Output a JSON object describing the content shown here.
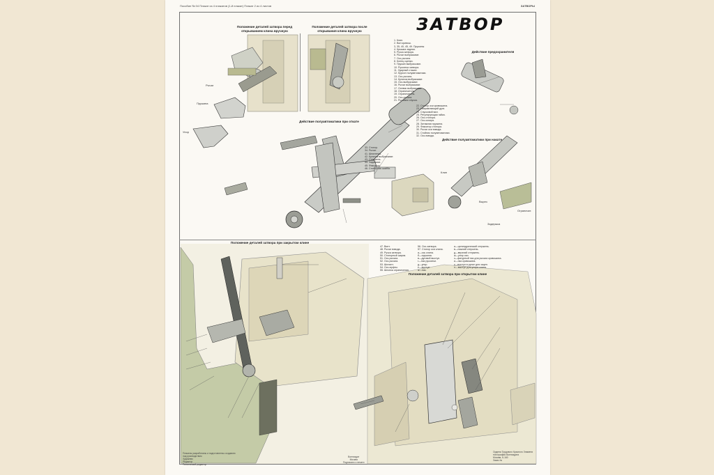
{
  "poster": {
    "header_left": "Пособие № 04   Плакат из 4 плакатов (1-й плакат)   Плакат 2 из 4 листов",
    "header_right": "ЗАТВОРЫ",
    "title": "ЗАТВОР"
  },
  "captions": {
    "before_opening": "Положение деталей затвора перед открыванием клина вручную",
    "after_opening": "Положение деталей затвора после открывания клина вручную",
    "safety_action": "Действие предохранителя",
    "semiauto_recoil": "Действие полуавтоматики при откате",
    "semiauto_return": "Действие полуавтоматики при накате",
    "closed_wedge": "Положение деталей затвора при закрытом клине",
    "open_wedge": "Положение деталей затвора при открытом клине"
  },
  "labels": {
    "lever": "Рычаг",
    "spring": "Пружина",
    "knob": "Упор",
    "wedge": "Клин",
    "cutout": "Вырез",
    "stop": "Ограничит.",
    "catch": "Задержка"
  },
  "legend_top": [
    "1. Клин.",
    "2. Вал кривош.",
    "3, 35, 40, 45, 49. Пружины",
    "4. Крышка задняя.",
    "5. Ручка затвора.",
    "6. Рычаг выбрасыват.",
    "7. Ось рычага.",
    "8. Конец сцепки.",
    "9. Пружин выбрасыват.",
    "10. Рукоятка затвора.",
    "11. Ударный стакан.",
    "12. Курсон полуавтоматики.",
    "13. Ось рычага.",
    "14. Кулачок выбрасыват.",
    "15. Ось выбрасыват.",
    "16. Рычаг выбрасыват.",
    "17. Осевик выбрасыват.",
    "18. Ограничитель.",
    "19. Ограничитель.",
    "20. Ось рычага.",
    "21. Рычажок спуска."
  ],
  "legend_mid": [
    "22. Стопор оси кривошипа.",
    "23. Направляющий дуги.",
    "24. Спусковой вал.",
    "25. Регулирующая гайка.",
    "26. Ось стопора.",
    "27. Ось копира.",
    "28. Затяжная пружина.",
    "29. Фиксатор стопора.",
    "30. Рычаг оси взвода.",
    "31. Стойник полуавтоматики.",
    "32. Ось взвода."
  ],
  "legend_safety": [
    "33. Стопор.",
    "34. Рычаг.",
    "41. Шпиленка.",
    "42. Кулачок выбрасыват.",
    "43. Стержень.",
    "44. Задвижка.",
    "45. Фиксатор.",
    "46. Стопорная шайба."
  ],
  "legend_bottom": [
    [
      "47. Винт.",
      "48. Рычаг взвода.",
      "49. Ручка затвора.",
      "50. Стопорный шарик.",
      "51. Ось рычага.",
      "52. Ось рычага.",
      "53. Шплинт.",
      "54. Ось муфты.",
      "55. Шпонка ограничения."
    ],
    [
      "56. Ось затвора.",
      "57. Стопор оси клина.",
      "а—ось клина.",
      "б—пружина.",
      "в—дуговой выступ.",
      "г—паз рукоятки.",
      "д—упор.",
      "е—выступ.",
      "ж—паз."
    ],
    [
      "а—цилиндрический стержень.",
      "в—нижний стержень.",
      "д—верхний стержень.",
      "ж—упор оси.",
      "з—фигурный паз для рычага кривошипа.",
      "и—паз кривошипа.",
      "к—выступ в ручке для зацеп.",
      "л—выступ для упора клина."
    ]
  ],
  "footer_left": [
    "Плакаты разработаны и подготовлены к изданию",
    "под руководством",
    "Художник",
    "Редактор",
    "Технический редактор"
  ],
  "footer_center": [
    "Воениздат",
    "Москва",
    "Подписано к печати"
  ],
  "footer_right": [
    "Ордена Трудового Красного Знамени",
    "типография Воениздата",
    "Москва, К-160",
    "Заказ №"
  ],
  "colors": {
    "paper": "#fbf9f4",
    "background": "#f1e7d3",
    "metal": "#d9dad8",
    "housing": "#ece7d2",
    "housing_shade": "#d9d2b3",
    "dark_metal": "#6f716f",
    "olive": "#b7b88a",
    "green_plate": "#c7cfa8"
  }
}
